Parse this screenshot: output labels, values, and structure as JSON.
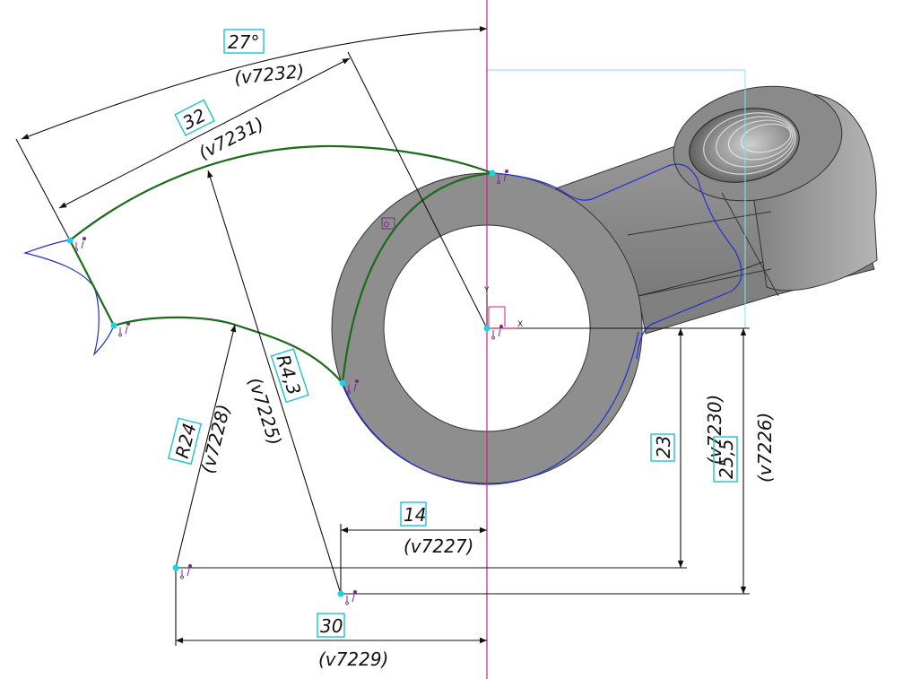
{
  "colors": {
    "background": "#ffffff",
    "dimension_line": "#111111",
    "dimension_box": "#19c3d6",
    "sketch_profile": "#1a6b1a",
    "projected_edge": "#1f2fd6",
    "axis_line": "#cc2277",
    "construction_frame": "#7fe3ef",
    "part_face": "#8e8e8e",
    "part_face_light": "#a9a9a9",
    "part_face_dark": "#6f6f6f",
    "constraint_glyph": "#7a2a8a",
    "point_marker": "#19d3e6"
  },
  "icons": {
    "coordinate_system": "xy-axis-icon",
    "constraint": "coincident-constraint-icon",
    "sketch_plane": "sketch-plane-icon"
  },
  "axis_labels": {
    "x": "X",
    "y": "Y"
  },
  "dimensions": [
    {
      "id": "angle-27",
      "value": "27°",
      "var": "(v7232)"
    },
    {
      "id": "len-32",
      "value": "32",
      "var": "(v7231)"
    },
    {
      "id": "rad-43",
      "value": "R4,3",
      "var": "(v7225)"
    },
    {
      "id": "rad-24",
      "value": "R24",
      "var": "(v7228)"
    },
    {
      "id": "len-14",
      "value": "14",
      "var": "(v7227)"
    },
    {
      "id": "len-30",
      "value": "30",
      "var": "(v7229)"
    },
    {
      "id": "len-23",
      "value": "23",
      "var": "(v7230)"
    },
    {
      "id": "len-25-5",
      "value": "25,5",
      "var": "(v7226)"
    }
  ]
}
